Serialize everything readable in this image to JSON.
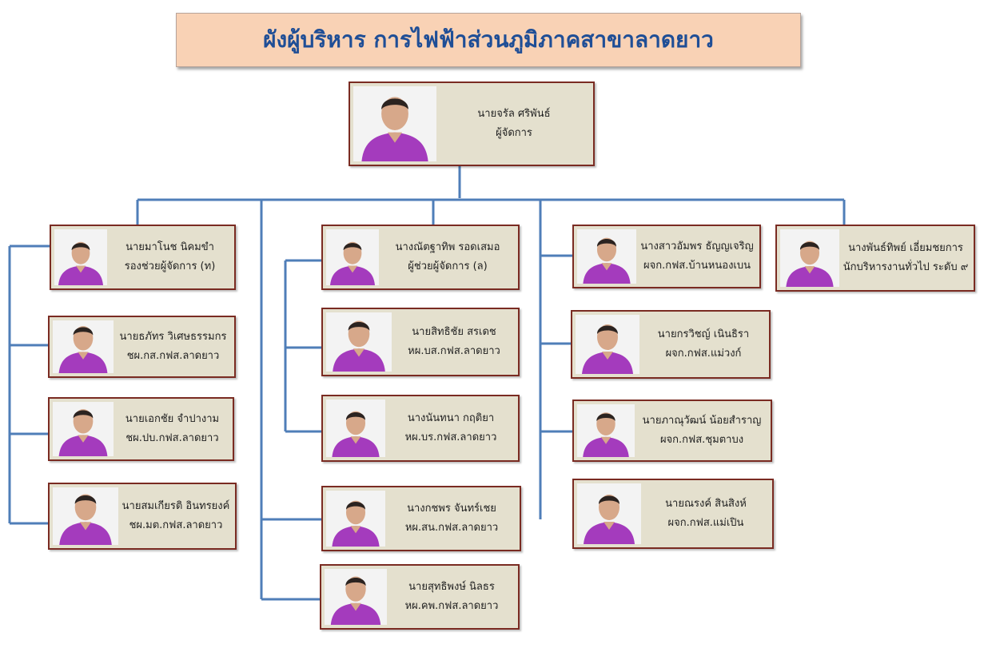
{
  "title": "ผังผู้บริหาร การไฟฟ้าส่วนภูมิภาคสาขาลาดยาว",
  "colors": {
    "line": "#4f7eb8",
    "card_bg": "#e4e0ce",
    "card_border": "#7a2b22",
    "shirt": "#a43bbd",
    "title_bg": "#f9d2b5",
    "title_text": "#1f4e96"
  },
  "photo_icon": "person-photo",
  "manager": {
    "name": "นายจรัล ศริพันธ์",
    "role": "ผู้จัดการ"
  },
  "columns": [
    {
      "items": [
        {
          "name": "นายมาโนช นิคมขำ",
          "role": "รองช่วยผู้จัดการ (ท)"
        },
        {
          "name": "นายธภัทร วิเศษธรรมกร",
          "role": "ชผ.กส.กฟส.ลาดยาว"
        },
        {
          "name": "นายเอกชัย จำปางาม",
          "role": "ชผ.ปบ.กฟส.ลาดยาว"
        },
        {
          "name": "นายสมเกียรติ อินทรยงค์",
          "role": "ชผ.มต.กฟส.ลาดยาว"
        }
      ]
    },
    {
      "items": [
        {
          "name": "นางณัตฐาทิพ รอดเสมอ",
          "role": "ผู้ช่วยผู้จัดการ (ล)"
        },
        {
          "name": "นายสิทธิชัย สรเดช",
          "role": "หผ.บส.กฟส.ลาดยาว"
        },
        {
          "name": "นางนันทนา กฤติยา",
          "role": "หผ.บร.กฟส.ลาดยาว"
        },
        {
          "name": "นางกชพร จันทร์เชย",
          "role": "หผ.สน.กฟส.ลาดยาว"
        },
        {
          "name": "นายสุทธิพงษ์ นิลธร",
          "role": "หผ.คพ.กฟส.ลาดยาว"
        }
      ]
    },
    {
      "items": [
        {
          "name": "นางสาวอัมพร ธัญญเจริญ",
          "role": "ผจก.กฟส.บ้านหนองเบน"
        },
        {
          "name": "นายกรวิชญ์ เนินธิรา",
          "role": "ผจก.กฟส.แม่วงก์"
        },
        {
          "name": "นายภาณุวัฒน์ น้อยสำราญ",
          "role": "ผจก.กฟส.ชุมตาบง"
        },
        {
          "name": "นายณรงค์ สินสิงห์",
          "role": "ผจก.กฟส.แม่เปิน"
        }
      ]
    },
    {
      "items": [
        {
          "name": "นางพันธ์ทิพย์ เอี่ยมชยการ",
          "role": "นักบริหารงานทั่วไป ระดับ ๙"
        }
      ]
    }
  ]
}
